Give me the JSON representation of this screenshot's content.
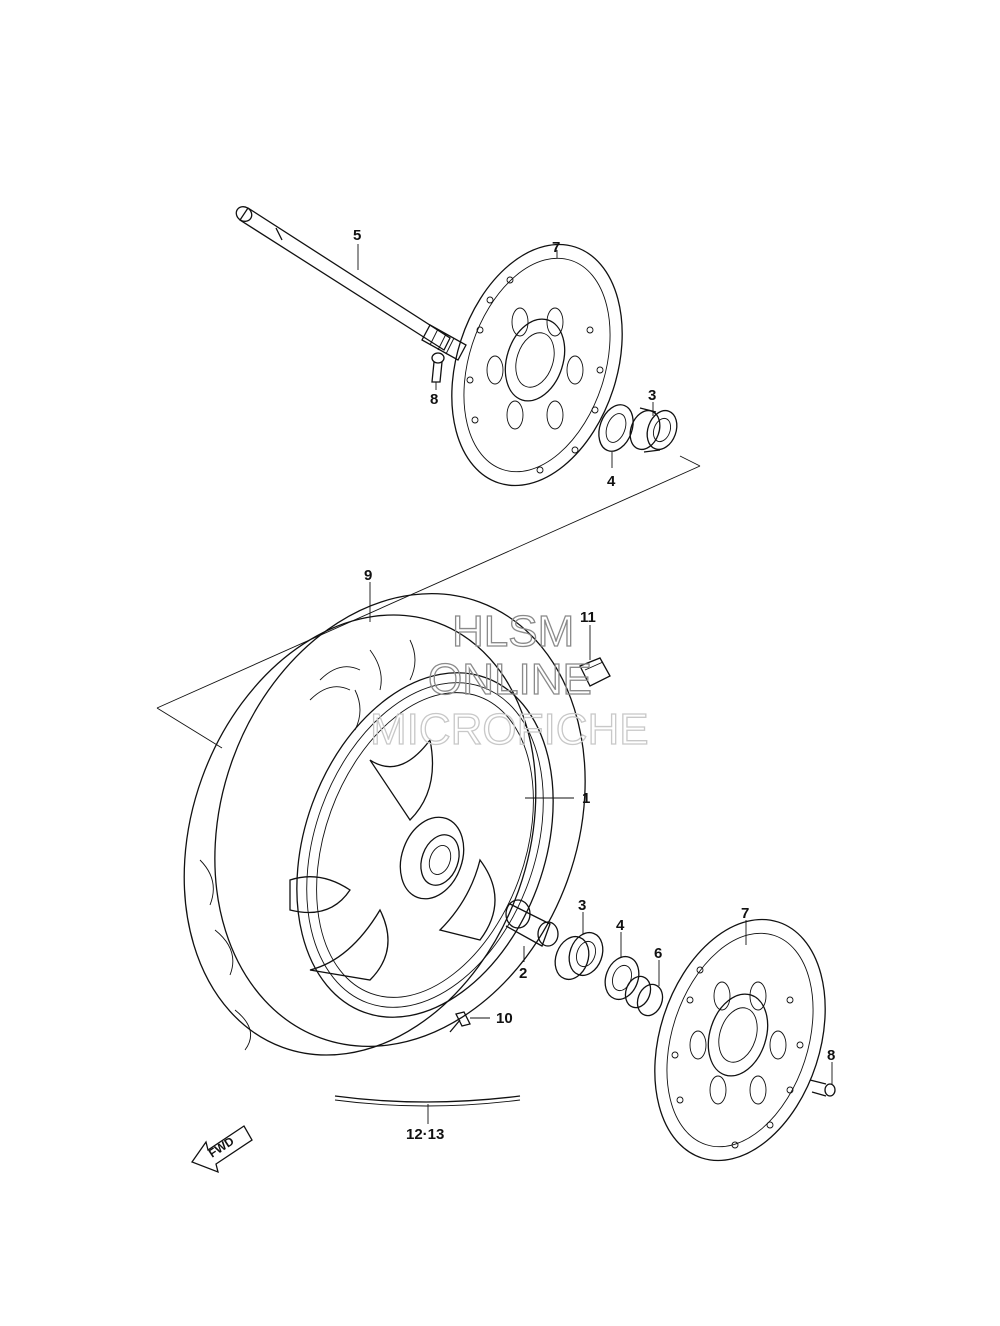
{
  "diagram": {
    "watermark": {
      "line1": "HLSM",
      "line2": "ONLINE",
      "line3": "MICROFICHE"
    },
    "fwd_label": "FWD",
    "callouts": [
      {
        "id": "c5",
        "text": "5"
      },
      {
        "id": "c7a",
        "text": "7"
      },
      {
        "id": "c8a",
        "text": "8"
      },
      {
        "id": "c3a",
        "text": "3"
      },
      {
        "id": "c4a",
        "text": "4"
      },
      {
        "id": "c9",
        "text": "9"
      },
      {
        "id": "c11",
        "text": "11"
      },
      {
        "id": "c1",
        "text": "1"
      },
      {
        "id": "c3b",
        "text": "3"
      },
      {
        "id": "c4b",
        "text": "4"
      },
      {
        "id": "c6",
        "text": "6"
      },
      {
        "id": "c2",
        "text": "2"
      },
      {
        "id": "c7b",
        "text": "7"
      },
      {
        "id": "c8b",
        "text": "8"
      },
      {
        "id": "c10",
        "text": "10"
      },
      {
        "id": "c1213",
        "text": "12·13"
      }
    ]
  }
}
